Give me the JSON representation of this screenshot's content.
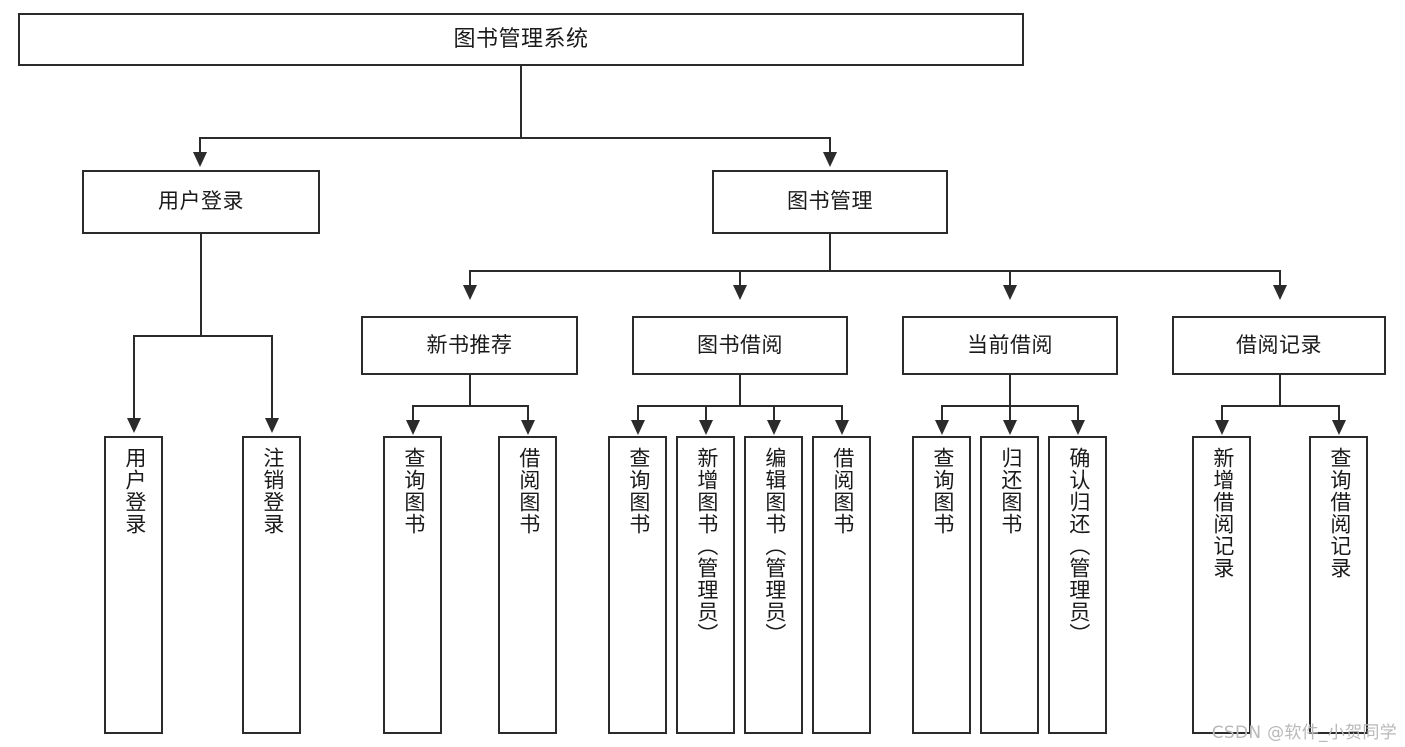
{
  "diagram": {
    "title": "图书管理系统",
    "type": "hierarchy-tree",
    "colors": {
      "stroke": "#2b2b2b",
      "fill": "#ffffff",
      "text": "#1a1a1a",
      "watermark": "#b9b9b9"
    },
    "levels": [
      {
        "level": 1,
        "nodes": [
          {
            "id": "root",
            "label": "图书管理系统",
            "orientation": "horizontal"
          }
        ]
      },
      {
        "level": 2,
        "nodes": [
          {
            "id": "user-login",
            "label": "用户登录",
            "orientation": "horizontal"
          },
          {
            "id": "book-manage",
            "label": "图书管理",
            "orientation": "horizontal"
          }
        ]
      },
      {
        "level": 3,
        "nodes": [
          {
            "id": "new-book-rec",
            "label": "新书推荐",
            "orientation": "horizontal"
          },
          {
            "id": "book-borrow",
            "label": "图书借阅",
            "orientation": "horizontal"
          },
          {
            "id": "current-borrow",
            "label": "当前借阅",
            "orientation": "horizontal"
          },
          {
            "id": "borrow-record",
            "label": "借阅记录",
            "orientation": "horizontal"
          }
        ]
      },
      {
        "level": 4,
        "nodes": [
          {
            "id": "leaf-user-login",
            "label": "用户登录",
            "orientation": "vertical",
            "parent": "user-login"
          },
          {
            "id": "leaf-user-logout",
            "label": "注销登录",
            "orientation": "vertical",
            "parent": "user-login"
          },
          {
            "id": "leaf-query-book-1",
            "label": "查询图书",
            "orientation": "vertical",
            "parent": "new-book-rec"
          },
          {
            "id": "leaf-borrow-book-1",
            "label": "借阅图书",
            "orientation": "vertical",
            "parent": "new-book-rec"
          },
          {
            "id": "leaf-query-book-2",
            "label": "查询图书",
            "orientation": "vertical",
            "parent": "book-borrow"
          },
          {
            "id": "leaf-add-book",
            "label": "新增图书（管理员）",
            "orientation": "vertical",
            "parent": "book-borrow"
          },
          {
            "id": "leaf-edit-book",
            "label": "编辑图书（管理员）",
            "orientation": "vertical",
            "parent": "book-borrow"
          },
          {
            "id": "leaf-borrow-book-2",
            "label": "借阅图书",
            "orientation": "vertical",
            "parent": "book-borrow"
          },
          {
            "id": "leaf-query-book-3",
            "label": "查询图书",
            "orientation": "vertical",
            "parent": "current-borrow"
          },
          {
            "id": "leaf-return-book",
            "label": "归还图书",
            "orientation": "vertical",
            "parent": "current-borrow"
          },
          {
            "id": "leaf-confirm-return",
            "label": "确认归还（管理员）",
            "orientation": "vertical",
            "parent": "current-borrow"
          },
          {
            "id": "leaf-add-record",
            "label": "新增借阅记录",
            "orientation": "vertical",
            "parent": "borrow-record"
          },
          {
            "id": "leaf-query-record",
            "label": "查询借阅记录",
            "orientation": "vertical",
            "parent": "borrow-record"
          }
        ]
      }
    ]
  },
  "watermark": {
    "text": "CSDN @软件_小贺同学"
  }
}
